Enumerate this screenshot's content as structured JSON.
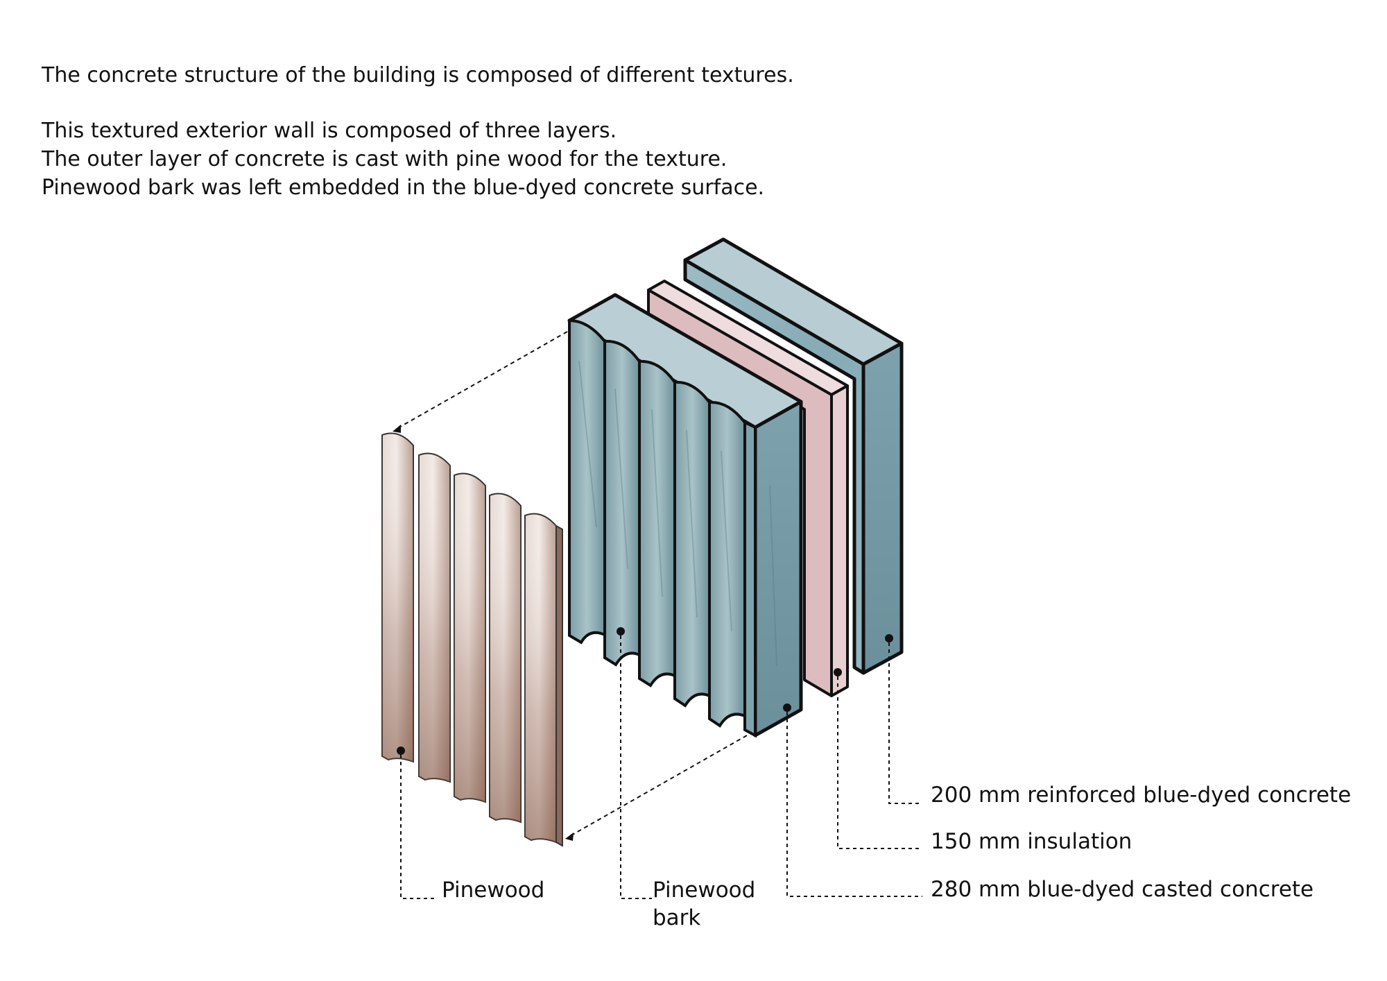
{
  "intro": {
    "sentence_1": "The concrete structure of the building is composed of different textures.",
    "sentence_2": "This textured exterior wall is composed of three layers.",
    "sentence_3": "The outer layer of concrete is cast with pine wood for the texture.",
    "sentence_4": "Pinewood bark was left embedded in the blue-dyed concrete surface."
  },
  "labels": {
    "pinewood": "Pinewood",
    "pinewood_bark_line1": "Pinewood",
    "pinewood_bark_line2": "bark",
    "reinforced_concrete": "200 mm reinforced blue-dyed concrete",
    "insulation": "150 mm insulation",
    "casted_concrete": "280 mm blue-dyed casted concrete"
  },
  "colors": {
    "concrete_blue": "#8fb2bc",
    "concrete_blue_dark": "#6f95a0",
    "insulation_pink": "#e2c2c5",
    "insulation_pink_light": "#efdcde",
    "pinewood": "#c8b2a8",
    "pinewood_dark": "#8a6a5a",
    "outline": "#111111"
  }
}
